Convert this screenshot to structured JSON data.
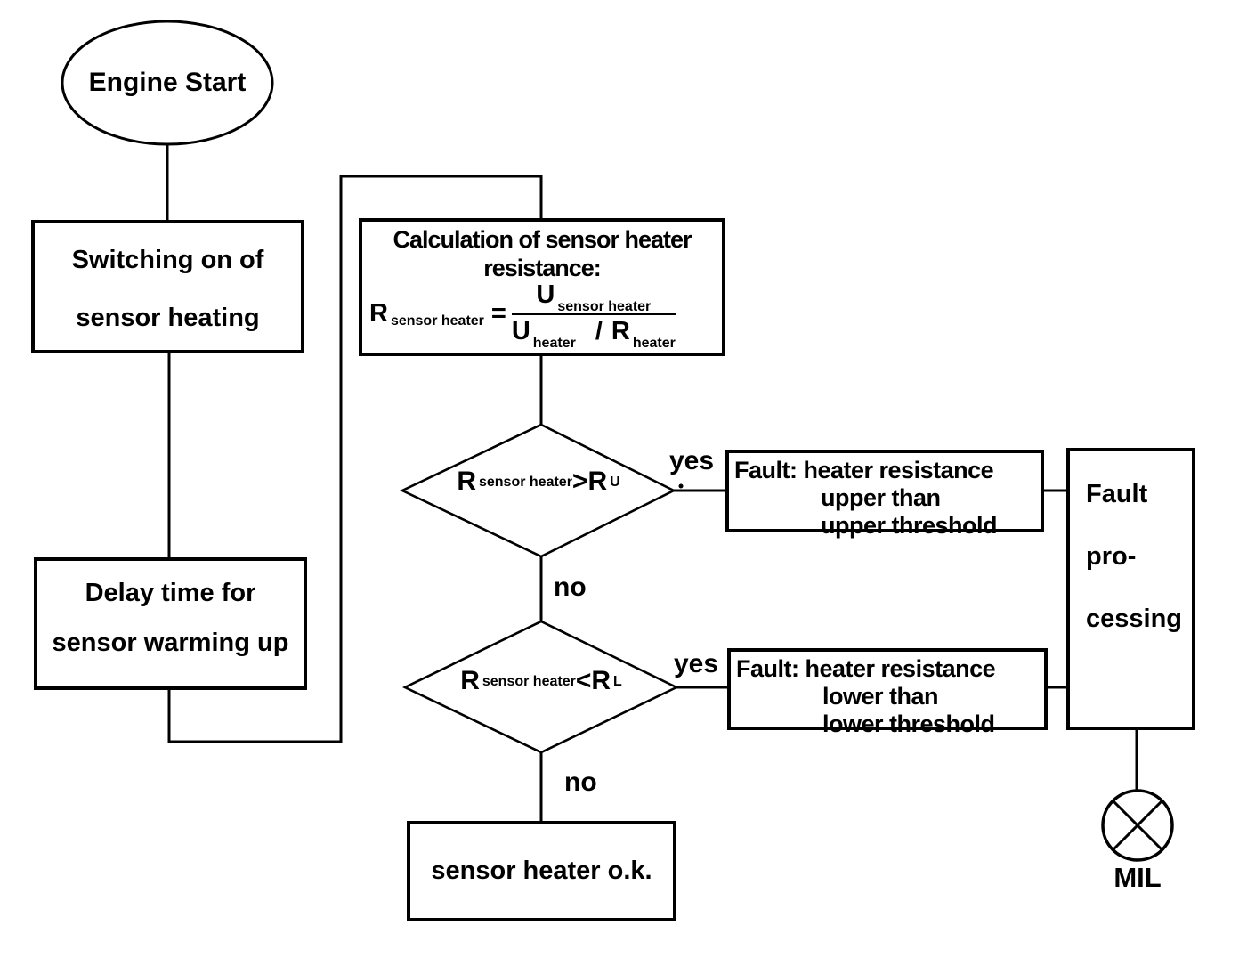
{
  "flowchart": {
    "colors": {
      "ink": "#000000",
      "background": "#ffffff"
    },
    "nodes": {
      "engine_start": {
        "label": "Engine Start"
      },
      "switching": {
        "line1": "Switching on of",
        "line2": "sensor heating"
      },
      "delay": {
        "line1": "Delay time for",
        "line2": "sensor warming up"
      },
      "calculation": {
        "title_line1": "Calculation of sensor heater",
        "title_line2": "resistance:",
        "formula": {
          "lhs_base": "R",
          "lhs_sub": "sensor heater",
          "equals": "=",
          "numerator_base": "U",
          "numerator_sub": "sensor heater",
          "denominator_first_base": "U",
          "denominator_first_sub": "heater",
          "denominator_operator": "/",
          "denominator_second_base": "R",
          "denominator_second_sub": "heater"
        }
      },
      "decision_upper": {
        "lhs_base": "R",
        "lhs_sub": "sensor heater",
        "operator": ">",
        "rhs_base": "R",
        "rhs_sub": "U"
      },
      "fault_upper": {
        "line1": "Fault: heater resistance",
        "line2": "upper than",
        "line3": "upper threshold"
      },
      "decision_lower": {
        "lhs_base": "R",
        "lhs_sub": "sensor heater",
        "operator": "<",
        "rhs_base": "R",
        "rhs_sub": "L"
      },
      "fault_lower": {
        "line1": "Fault: heater resistance",
        "line2": "lower than",
        "line3": "lower threshold"
      },
      "fault_processing": {
        "line1": "Fault",
        "line2": "pro-",
        "line3": "cessing"
      },
      "sensor_ok": {
        "label": "sensor heater o.k."
      },
      "mil": {
        "label": "MIL"
      }
    },
    "edge_labels": {
      "decision_upper_yes": "yes",
      "decision_upper_no": "no",
      "decision_lower_yes": "yes",
      "decision_lower_no": "no"
    }
  }
}
